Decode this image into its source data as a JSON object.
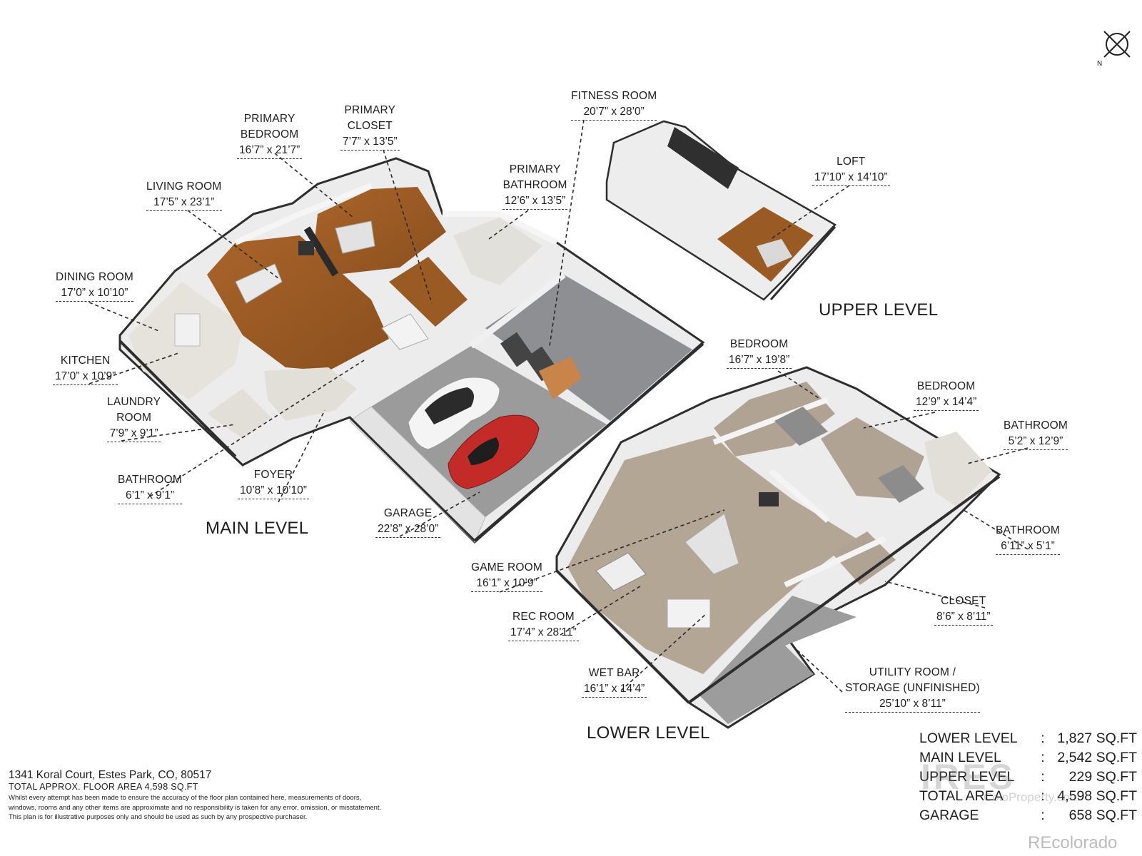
{
  "levels": {
    "main": "MAIN LEVEL",
    "upper": "UPPER LEVEL",
    "lower": "LOWER LEVEL"
  },
  "rooms": {
    "fitness": {
      "name": "FITNESS ROOM",
      "dims": "20’7” x 28’0”"
    },
    "primary_closet": {
      "name1": "PRIMARY",
      "name2": "CLOSET",
      "dims": "7’7” x 13’5”"
    },
    "primary_bedroom": {
      "name1": "PRIMARY",
      "name2": "BEDROOM",
      "dims": "16’7” x 21’7”"
    },
    "living": {
      "name": "LIVING ROOM",
      "dims": "17’5” x 23’1”"
    },
    "primary_bath": {
      "name1": "PRIMARY",
      "name2": "BATHROOM",
      "dims": "12’6” x 13’5”"
    },
    "loft": {
      "name": "LOFT",
      "dims": "17’10” x 14’10”"
    },
    "dining": {
      "name": "DINING ROOM",
      "dims": "17’0” x 10’10”"
    },
    "kitchen": {
      "name": "KITCHEN",
      "dims": "17’0” x 10’9”"
    },
    "laundry": {
      "name1": "LAUNDRY",
      "name2": "ROOM",
      "dims": "7’9” x 9’1”"
    },
    "foyer": {
      "name": "FOYER",
      "dims": "10’8” x 10’10”"
    },
    "main_bath": {
      "name": "BATHROOM",
      "dims": "6’1” x 9’1”"
    },
    "garage": {
      "name": "GARAGE",
      "dims": "22’8” x 28’0”"
    },
    "bedroom1": {
      "name": "BEDROOM",
      "dims": "16’7” x 19’8”"
    },
    "bedroom2": {
      "name": "BEDROOM",
      "dims": "12’9” x 14’4”"
    },
    "lower_bath1": {
      "name": "BATHROOM",
      "dims": "5’2” x 12’9”"
    },
    "lower_bath2": {
      "name": "BATHROOM",
      "dims": "6’11” x 5’1”"
    },
    "game": {
      "name": "GAME ROOM",
      "dims": "16’1” x 10’9”"
    },
    "rec": {
      "name": "REC ROOM",
      "dims": "17’4” x 28’11”"
    },
    "closet": {
      "name": "CLOSET",
      "dims": "8’6” x 8’11”"
    },
    "wet_bar": {
      "name": "WET BAR",
      "dims": "16’1” x 14’4”"
    },
    "utility": {
      "name1": "UTILITY ROOM /",
      "name2": "STORAGE (UNFINISHED)",
      "dims": "25’10” x 8’11”"
    }
  },
  "areas": [
    {
      "label": "LOWER LEVEL",
      "sep": ":",
      "value": "1,827 SQ.FT"
    },
    {
      "label": "MAIN LEVEL",
      "sep": ":",
      "value": "2,542 SQ.FT"
    },
    {
      "label": "UPPER LEVEL",
      "sep": ":",
      "value": "229 SQ.FT"
    },
    {
      "label": "TOTAL AREA",
      "sep": ":",
      "value": "4,598 SQ.FT"
    },
    {
      "label": "GARAGE",
      "sep": ":",
      "value": "658 SQ.FT"
    }
  ],
  "footer": {
    "address": "1341 Koral Court, Estes Park, CO, 80517",
    "total": "TOTAL APPROX. FLOOR AREA 4,598 SQ.FT",
    "disclaimer1": "Whilst every attempt has been made to ensure the accuracy of the floor plan contained here, measurements of doors,",
    "disclaimer2": "windows, rooms and any other items are approximate and no responsibility is taken for any error, omission, or misstatement.",
    "disclaimer3": "This plan is for illustrative purposes only and should be used as such by any prospective purchaser."
  },
  "compass_label": "N",
  "watermark": "IRES",
  "watermark_sub": "ColoProperty.com",
  "brand": "REcolorado",
  "colors": {
    "wall": "#e6e6e6",
    "wall_dark": "#3a3a3a",
    "wood": "#9a5a24",
    "tile": "#e5e2dc",
    "carpet_gray": "#8f8f92",
    "carpet_tan": "#b3a696",
    "concrete": "#9c9c9c"
  }
}
